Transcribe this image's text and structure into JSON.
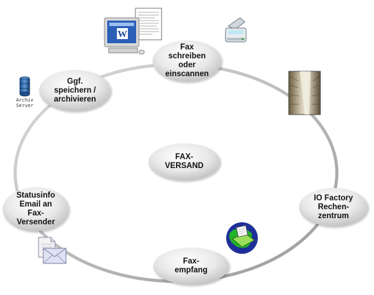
{
  "diagram": {
    "center": {
      "lines": [
        "FAX-",
        "VERSAND"
      ]
    },
    "nodes": [
      {
        "id": "fax-write",
        "lines": [
          "Fax",
          "schreiben",
          "oder",
          "einscannen"
        ]
      },
      {
        "id": "io-factory",
        "lines": [
          "IO Factory",
          "Rechen-",
          "zentrum"
        ]
      },
      {
        "id": "fax-receive",
        "lines": [
          "Fax-",
          "empfang"
        ]
      },
      {
        "id": "status-info",
        "lines": [
          "Statusinfo",
          "Email an",
          "Fax-",
          "Versender"
        ]
      },
      {
        "id": "archive",
        "lines": [
          "Ggf.",
          "speichern /",
          "archivieren"
        ]
      }
    ],
    "icons": {
      "archive_server_label": [
        "Archiv",
        "Server"
      ],
      "word_logo_letter": "W"
    }
  }
}
